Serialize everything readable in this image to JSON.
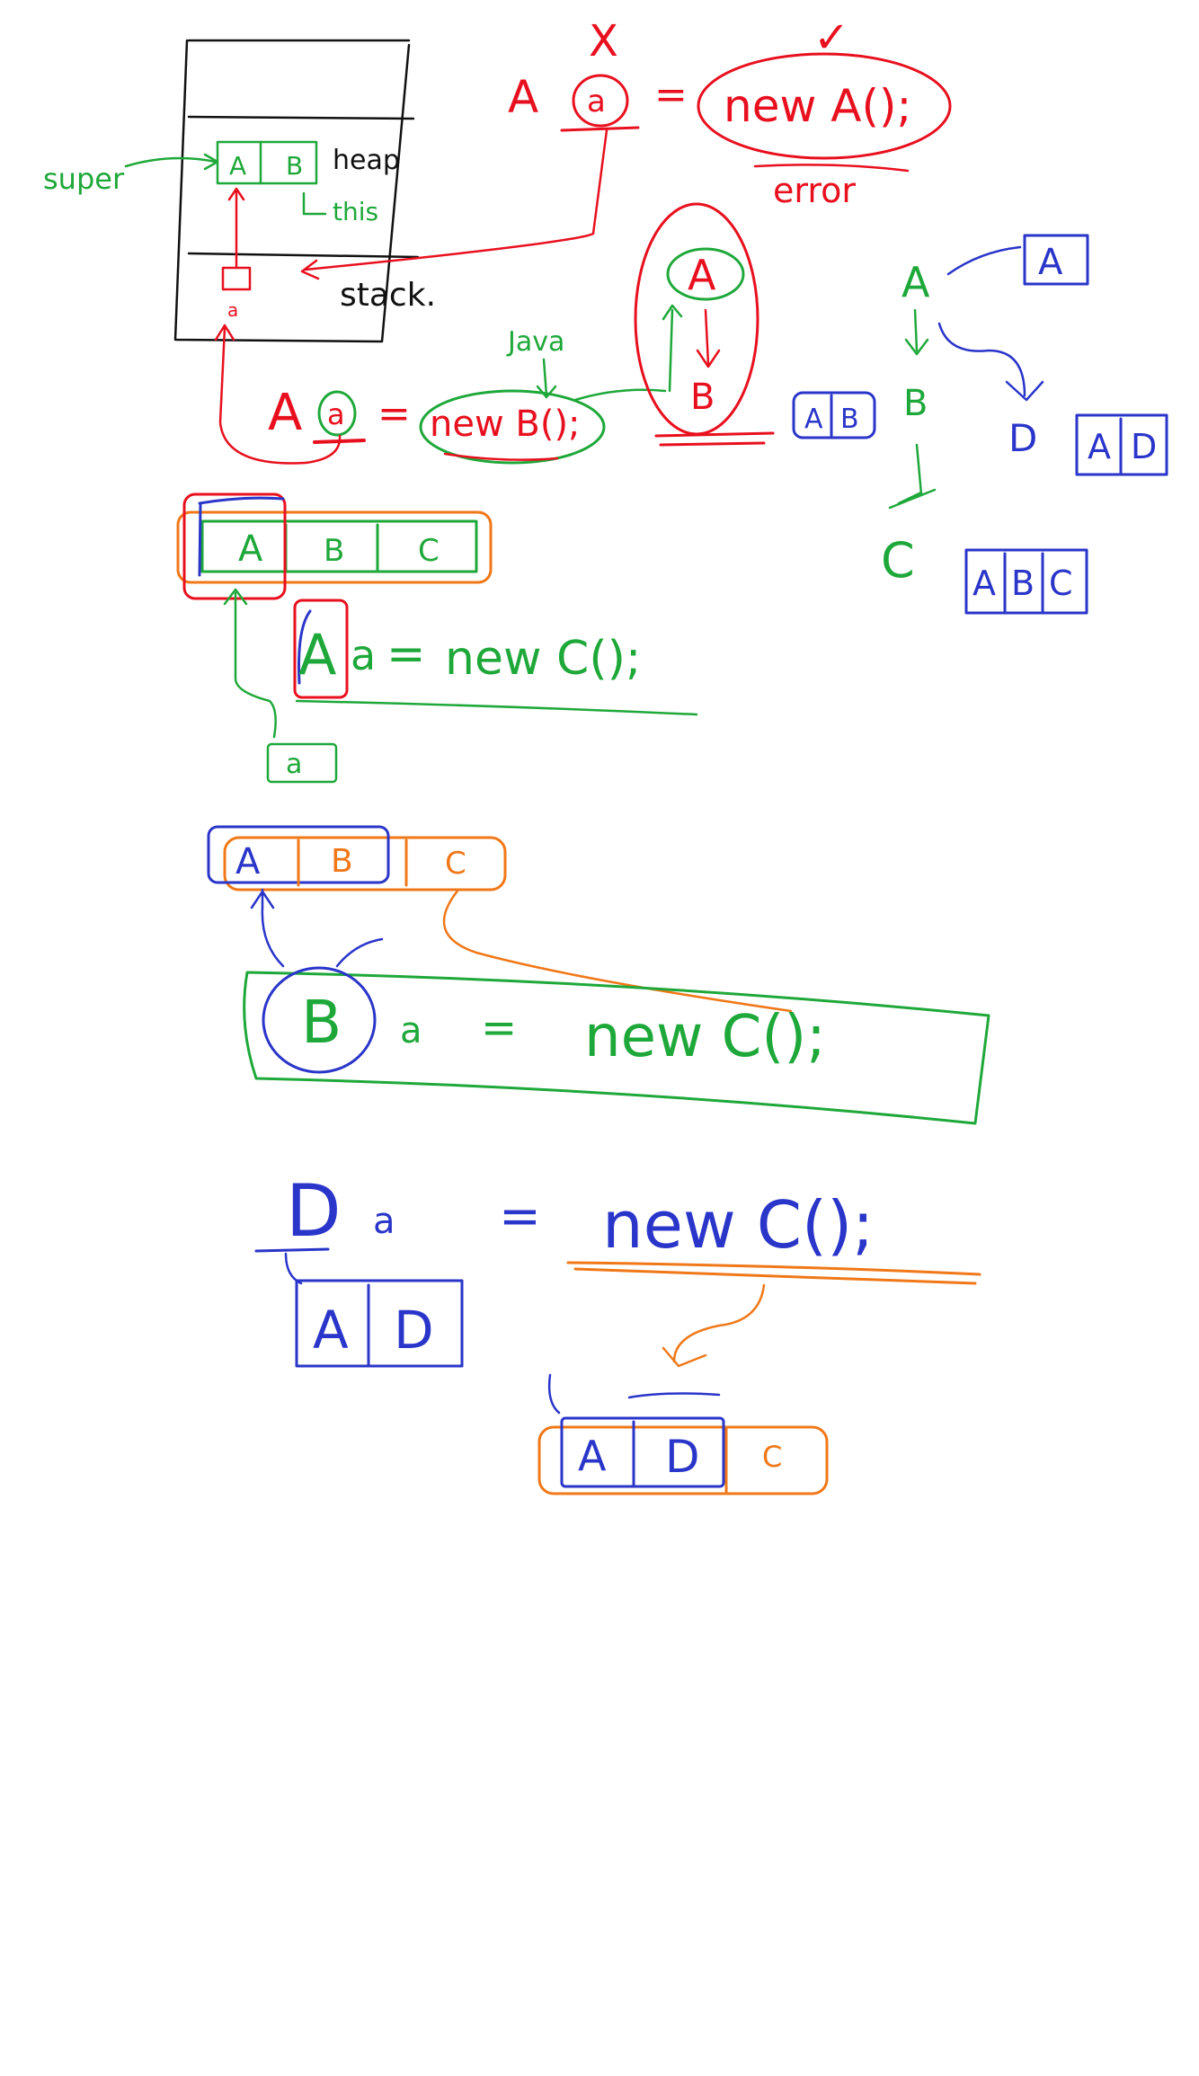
{
  "colors": {
    "red": "#e8101e",
    "green": "#1fa83a",
    "blue": "#2a35c9",
    "orange": "#f07818",
    "black": "#111111"
  },
  "memory_diagram": {
    "heap_label": "heap",
    "stack_label": "stack.",
    "super_label": "super",
    "this_label": "this",
    "cell_A": "A",
    "cell_B": "B",
    "ref_label": "a"
  },
  "top_statement": {
    "type": "A",
    "var": "a",
    "eq": "=",
    "expr": "new A();",
    "wrong_mark": "X",
    "ok_mark": "✓",
    "note": "error"
  },
  "second_statement": {
    "type": "A",
    "var": "a",
    "eq": "=",
    "expr": "new B();",
    "java_label": "Java"
  },
  "inheritance_oval": {
    "parent": "A",
    "child": "B",
    "box": [
      "A",
      "B"
    ]
  },
  "hierarchy": {
    "root": "A",
    "root_box": [
      "A"
    ],
    "middle": "B",
    "leaf_c": "C",
    "leaf_c_box": [
      "A",
      "B",
      "C"
    ],
    "leaf_d": "D",
    "leaf_d_box": [
      "A",
      "D"
    ]
  },
  "example_1": {
    "object_cells": [
      "A",
      "B",
      "C"
    ],
    "type": "A",
    "var": "a",
    "eq": "=",
    "expr": "new C();",
    "ref_label": "a"
  },
  "example_2": {
    "object_cells": [
      "A",
      "B",
      "C"
    ],
    "type": "B",
    "var": "a",
    "eq": "=",
    "expr": "new C();"
  },
  "example_3": {
    "type": "D",
    "var": "a",
    "eq": "=",
    "expr": "new C();",
    "type_box": [
      "A",
      "D"
    ],
    "object_cells": [
      "A",
      "D",
      "C"
    ]
  }
}
